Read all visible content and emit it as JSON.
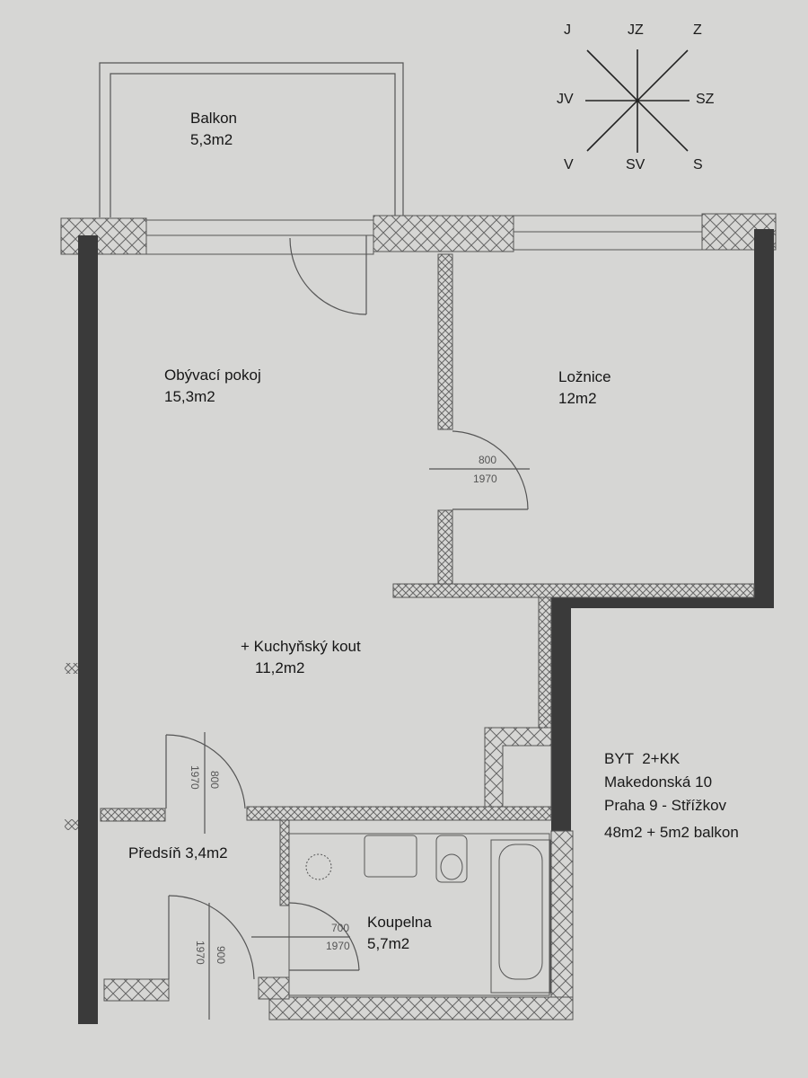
{
  "compass": {
    "labels": {
      "n": "J",
      "ne": "JZ",
      "e": "Z",
      "w": "JV",
      "east_right": "SZ",
      "sw": "V",
      "s": "SV",
      "se": "S"
    }
  },
  "rooms": {
    "balcony": {
      "name": "Balkon",
      "area": "5,3m2"
    },
    "living": {
      "name": "Obývací pokoj",
      "area": "15,3m2"
    },
    "kitchen": {
      "name": "+ Kuchyňský kout",
      "area": "11,2m2"
    },
    "bedroom": {
      "name": "Ložnice",
      "area": "12m2"
    },
    "hallway": {
      "name": "Předsíň 3,4m2"
    },
    "bathroom": {
      "name": "Koupelna",
      "area": "5,7m2"
    }
  },
  "doors": {
    "bedroom": {
      "width": "800",
      "height": "1970"
    },
    "living": {
      "width": "800",
      "height": "1970"
    },
    "bathroom": {
      "width": "700",
      "height": "1970"
    },
    "entrance": {
      "width": "900",
      "height": "1970"
    }
  },
  "info": {
    "line1": "BYT  2+KK",
    "line2": "Makedonská 10",
    "line3": "Praha 9 - Střížkov",
    "line4": "48m2 + 5m2 balkon"
  },
  "colors": {
    "background": "#d6d6d4",
    "wall_dark": "#3a3a3a",
    "line": "#555555"
  }
}
